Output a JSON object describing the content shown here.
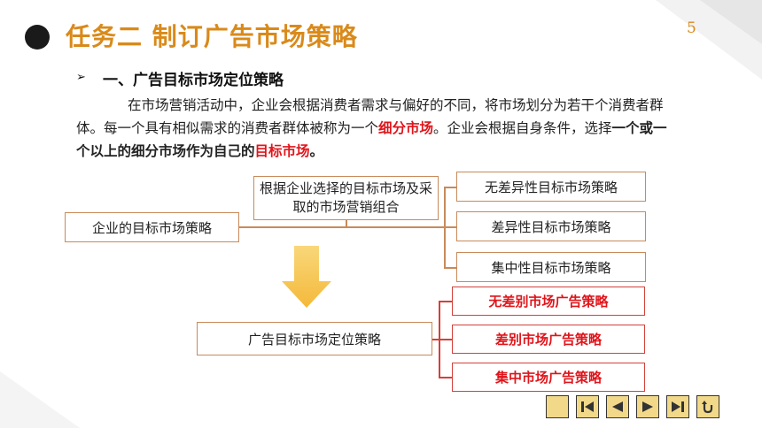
{
  "header": {
    "title": "任务二 制订广告市场策略",
    "page_number": "5"
  },
  "section": {
    "bullet": "➢",
    "title": "一、广告目标市场定位策略"
  },
  "paragraph": {
    "p1": "在市场营销活动中，企业会根据消费者需求与偏好的不同，将市场划分为若干个消费者群体。每一个具有相似需求的消费者群体被称为一个",
    "p2": "细分市场",
    "p3": "。企业会根据自身条件，选择",
    "p4": "一个或一个以上的细分市场作为自己的",
    "p5": "目标市场",
    "p6": "。"
  },
  "diagram": {
    "note_box": "根据企业选择的目标市场及采取的市场营销组合",
    "enterprise_box": "企业的目标市场策略",
    "strategies": [
      "无差异性目标市场策略",
      "差异性目标市场策略",
      "集中性目标市场策略"
    ],
    "ad_box": "广告目标市场定位策略",
    "ad_strategies": [
      "无差别市场广告策略",
      "差别市场广告策略",
      "集中市场广告策略"
    ]
  },
  "nav": {
    "buttons": [
      "home-button",
      "first-button",
      "prev-button",
      "next-button",
      "last-button",
      "return-button"
    ]
  },
  "colors": {
    "accent": "#d98a1a",
    "highlight_red": "#e0151b",
    "box_border": "#c88a5a",
    "arrow": "#f7c44a"
  }
}
